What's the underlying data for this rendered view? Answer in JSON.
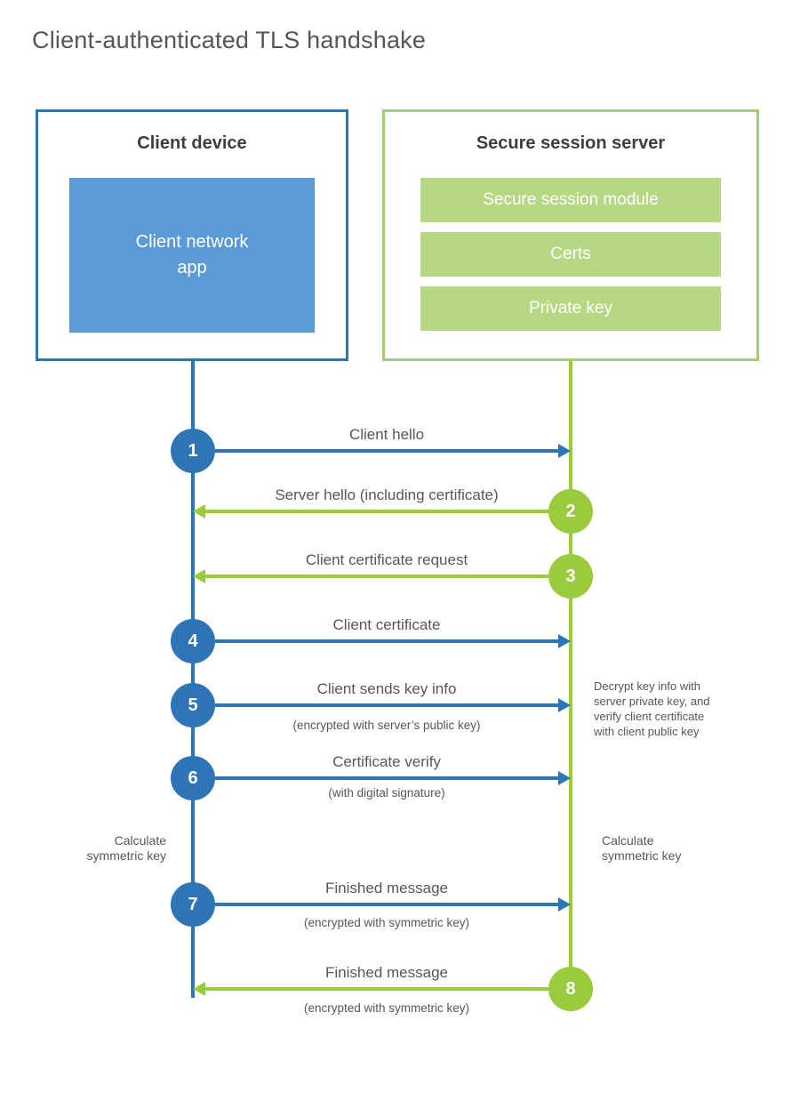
{
  "title": "Client-authenticated TLS handshake",
  "client": {
    "title": "Client device",
    "app_label": "Client network\napp"
  },
  "server": {
    "title": "Secure session server",
    "modules": [
      "Secure session module",
      "Certs",
      "Private key"
    ]
  },
  "steps": [
    {
      "num": "1",
      "actor": "client",
      "direction": "right",
      "label": "Client hello",
      "sub": ""
    },
    {
      "num": "2",
      "actor": "server",
      "direction": "left",
      "label": "Server hello (including certificate)",
      "sub": ""
    },
    {
      "num": "3",
      "actor": "server",
      "direction": "left",
      "label": "Client certificate request",
      "sub": ""
    },
    {
      "num": "4",
      "actor": "client",
      "direction": "right",
      "label": "Client certificate",
      "sub": ""
    },
    {
      "num": "5",
      "actor": "client",
      "direction": "right",
      "label": "Client sends key info",
      "sub": "(encrypted with server’s public key)"
    },
    {
      "num": "6",
      "actor": "client",
      "direction": "right",
      "label": "Certificate verify",
      "sub": "(with digital signature)"
    },
    {
      "num": "7",
      "actor": "client",
      "direction": "right",
      "label": "Finished message",
      "sub": "(encrypted with symmetric key)"
    },
    {
      "num": "8",
      "actor": "server",
      "direction": "left",
      "label": "Finished message",
      "sub": "(encrypted with symmetric key)"
    }
  ],
  "annotations": {
    "decrypt_note": "Decrypt key info with\nserver private key, and\nverify client certificate\nwith client public key",
    "calc_left": "Calculate\nsymmetric key",
    "calc_right": "Calculate\nsymmetric key"
  },
  "colors": {
    "blue": "#2e75b6",
    "blue_light": "#5b9bd5",
    "green": "#9acb3c",
    "green_light": "#b6d883"
  }
}
